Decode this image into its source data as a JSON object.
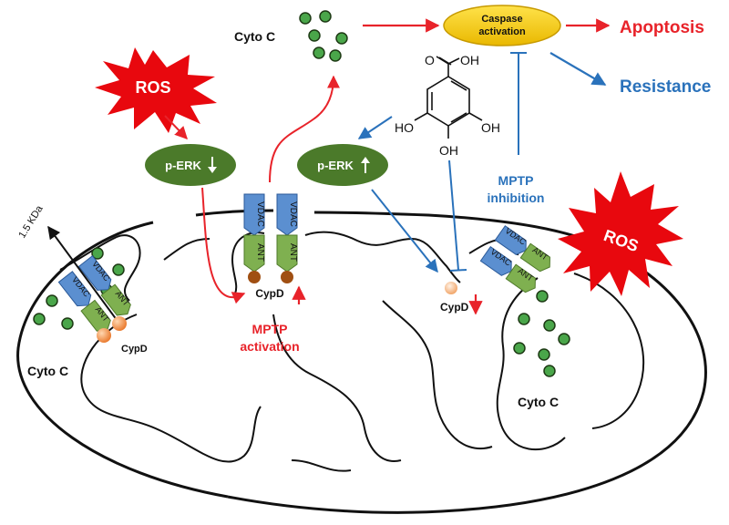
{
  "labels": {
    "cyto_c_top": "Cyto  C",
    "cyto_c_left": "Cyto  C",
    "cyto_c_right": "Cyto  C",
    "caspase_line1": "Caspase",
    "caspase_line2": "activation",
    "apoptosis": "Apoptosis",
    "resistance": "Resistance",
    "ros_left": "ROS",
    "ros_right": "ROS",
    "perk_down": "p-ERK",
    "perk_up": "p-ERK",
    "mptp_inhibition_line1": "MPTP",
    "mptp_inhibition_line2": "inhibition",
    "mptp_activation_line1": "MPTP",
    "mptp_activation_line2": "activation",
    "kda": "1.5  KDa",
    "cypd_left": "CypD",
    "cypd_mid": "CypD",
    "cypd_right": "CypD",
    "vdac": "VDAC",
    "ant": "ANT",
    "oh_top": "OH",
    "oh_left": "HO",
    "oh_right": "OH",
    "oh_bottom": "OH",
    "carbonyl_o": "O"
  },
  "colors": {
    "red": "#e8232a",
    "blue": "#2a72bb",
    "green_node": "#4b7a2a",
    "dot_green": "#4aa64a",
    "caspase_yellow": "#f3c300",
    "vdac_blue": "#5b8fd0",
    "ant_green": "#7fb050",
    "cypd_brown": "#a04f12",
    "cypd_orange": "#f08b3a"
  }
}
